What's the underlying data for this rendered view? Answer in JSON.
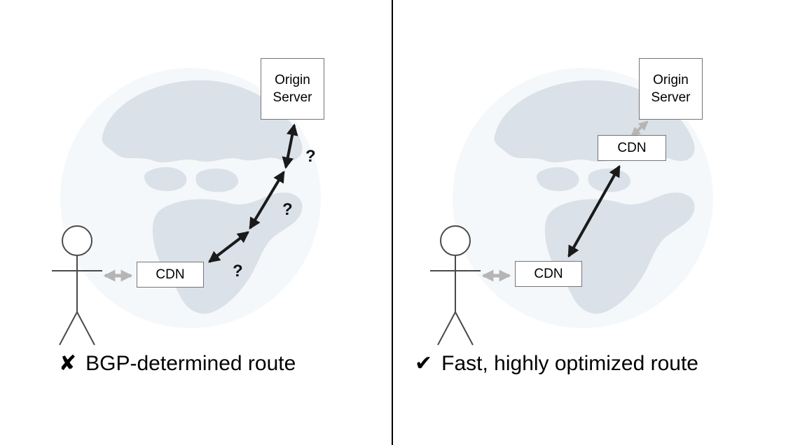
{
  "colors": {
    "background": "#ffffff",
    "land": "#dae1e8",
    "ocean": "#f5f8fa",
    "arrow_black": "#1a1a1a",
    "arrow_gray": "#b5b5b5",
    "box_border": "#757575",
    "figure": "#4a4a4a",
    "divider": "#000000"
  },
  "left_panel": {
    "origin_server_label": "Origin Server",
    "cdn_label": "CDN",
    "question_marks": [
      "?",
      "?",
      "?"
    ],
    "caption_mark": "✘",
    "caption_text": "BGP-determined route"
  },
  "right_panel": {
    "origin_server_label": "Origin Server",
    "cdn_upper_label": "CDN",
    "cdn_lower_label": "CDN",
    "caption_mark": "✔",
    "caption_text": "Fast, highly optimized route"
  }
}
